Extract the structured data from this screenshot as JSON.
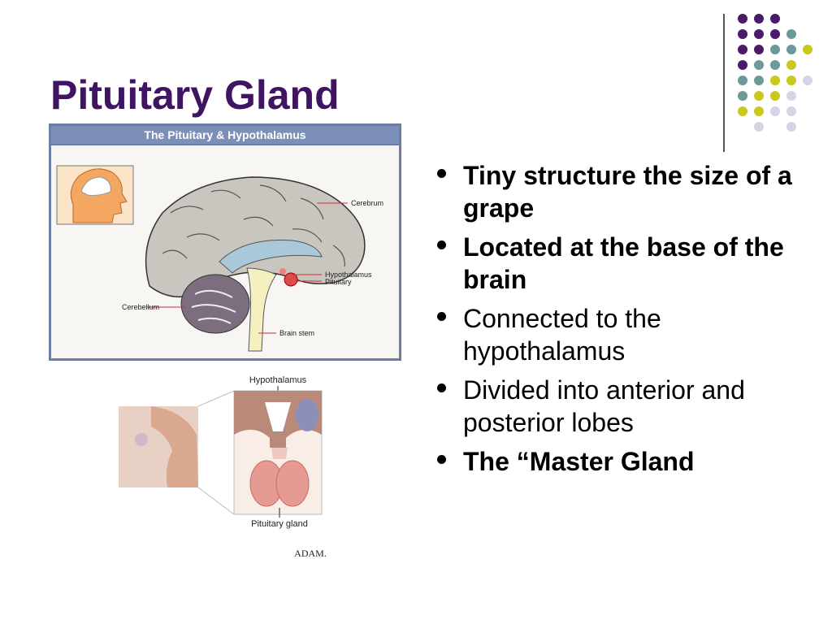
{
  "slide": {
    "title": "Pituitary Gland",
    "bullets": [
      {
        "text": "Tiny structure the size of a grape",
        "bold": true
      },
      {
        "text": "Located at the base of the brain",
        "bold": true
      },
      {
        "text": "Connected to the hypothalamus",
        "bold": false
      },
      {
        "text": "Divided into anterior and posterior lobes",
        "bold": false
      },
      {
        "text": "The “Master Gland",
        "bold": true
      }
    ]
  },
  "figure_top": {
    "header": "The Pituitary & Hypothalamus",
    "labels": {
      "cerebrum": "Cerebrum",
      "hypothalamus": "Hypothalamus",
      "pituitary": "Pituitary",
      "cerebellum": "Cerebellum",
      "brain_stem": "Brain stem"
    }
  },
  "figure_bottom": {
    "hypothalamus": "Hypothalamus",
    "pituitary": "Pituitary gland",
    "credit": "ADAM."
  },
  "colors": {
    "title": "#3f1463",
    "dot_purple": "#4b1a6b",
    "dot_teal": "#6c9a9a",
    "dot_yellow": "#c8c81e",
    "dot_lilac": "#d4d4e6"
  }
}
